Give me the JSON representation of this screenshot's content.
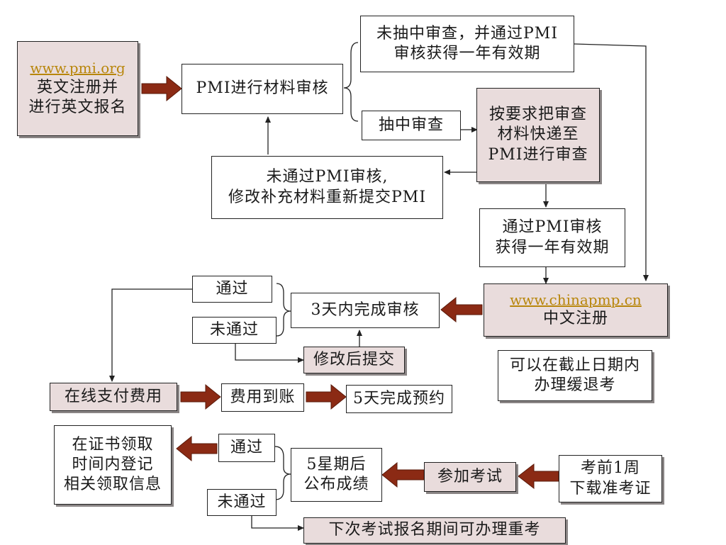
{
  "nodes": {
    "register_en": {
      "link": "www.pmi.org",
      "line1": "英文注册并",
      "line2": "进行英文报名"
    },
    "pmi_review": {
      "text": "PMI进行材料审核"
    },
    "not_selected": {
      "line1": "未抽中审查，并通过PMI",
      "line2": "审核获得一年有效期"
    },
    "selected": {
      "text": "抽中审查"
    },
    "send_materials": {
      "line1": "按要求把审查",
      "line2": "材料快递至",
      "line3": "PMI进行审查"
    },
    "failed_review": {
      "line1": "未通过PMI审核,",
      "line2": "修改补充材料重新提交PMI"
    },
    "passed_review": {
      "line1": "通过PMI审核",
      "line2": "获得一年有效期"
    },
    "register_cn": {
      "link": "www.chinapmp.cn",
      "line1": "中文注册"
    },
    "three_day_review": {
      "text": "3天内完成审核"
    },
    "pass_1": {
      "text": "通过"
    },
    "fail_1": {
      "text": "未通过"
    },
    "resubmit": {
      "text": "修改后提交"
    },
    "defer": {
      "line1": "可以在截止日期内",
      "line2": "办理缓退考"
    },
    "pay_online": {
      "text": "在线支付费用"
    },
    "fee_received": {
      "text": "费用到账"
    },
    "five_day_booking": {
      "text": "5天完成预约"
    },
    "certificate": {
      "line1": "在证书领取",
      "line2": "时间内登记",
      "line3": "相关领取信息"
    },
    "pass_2": {
      "text": "通过"
    },
    "results": {
      "line1": "5星期后",
      "line2": "公布成绩"
    },
    "take_exam": {
      "text": "参加考试"
    },
    "admission": {
      "line1": "考前1周",
      "line2": "下载准考证"
    },
    "fail_2": {
      "text": "未通过"
    },
    "retake": {
      "text": "下次考试报名期间可办理重考"
    }
  },
  "colors": {
    "box_pink": "#e9dcdc",
    "arrow_red": "#8b2a14",
    "link_gold": "#b8860b",
    "border": "#222222"
  }
}
